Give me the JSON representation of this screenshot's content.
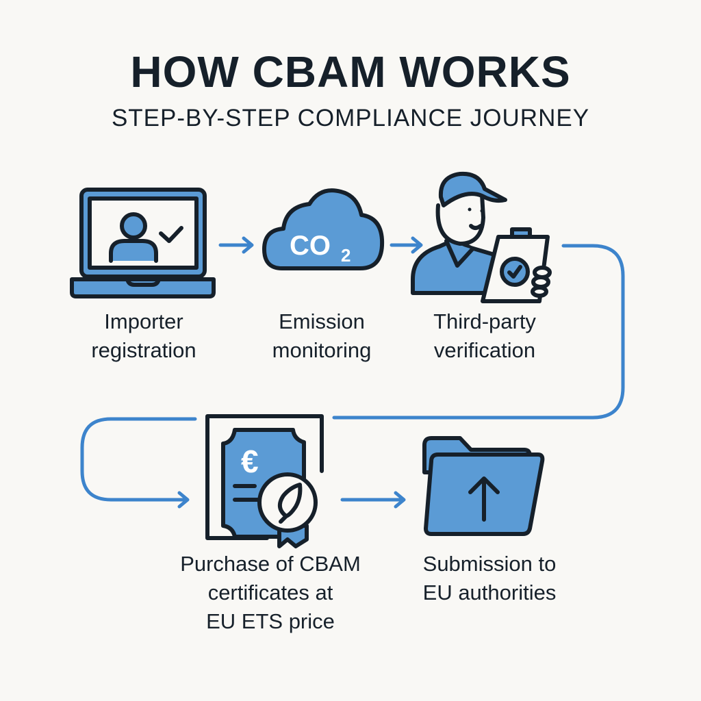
{
  "header": {
    "title": "HOW CBAM WORKS",
    "subtitle": "STEP-BY-STEP COMPLIANCE JOURNEY"
  },
  "colors": {
    "accent": "#5b9bd5",
    "connector": "#3d84cc",
    "ink": "#16202a",
    "background": "#f9f8f5"
  },
  "steps": [
    {
      "id": 1,
      "icon": "laptop-user-check-icon",
      "label_lines": [
        "Importer",
        "registration"
      ]
    },
    {
      "id": 2,
      "icon": "co2-cloud-icon",
      "icon_text": "CO",
      "icon_subscript": "2",
      "label_lines": [
        "Emission",
        "monitoring"
      ]
    },
    {
      "id": 3,
      "icon": "inspector-clipboard-icon",
      "label_lines": [
        "Third-party",
        "verification"
      ]
    },
    {
      "id": 4,
      "icon": "euro-certificate-leaf-badge-icon",
      "icon_text": "€",
      "label_lines": [
        "Purchase of CBAM",
        "certificates at",
        "EU ETS price"
      ]
    },
    {
      "id": 5,
      "icon": "folder-upload-icon",
      "label_lines": [
        "Submission to",
        "EU authorities"
      ]
    }
  ]
}
